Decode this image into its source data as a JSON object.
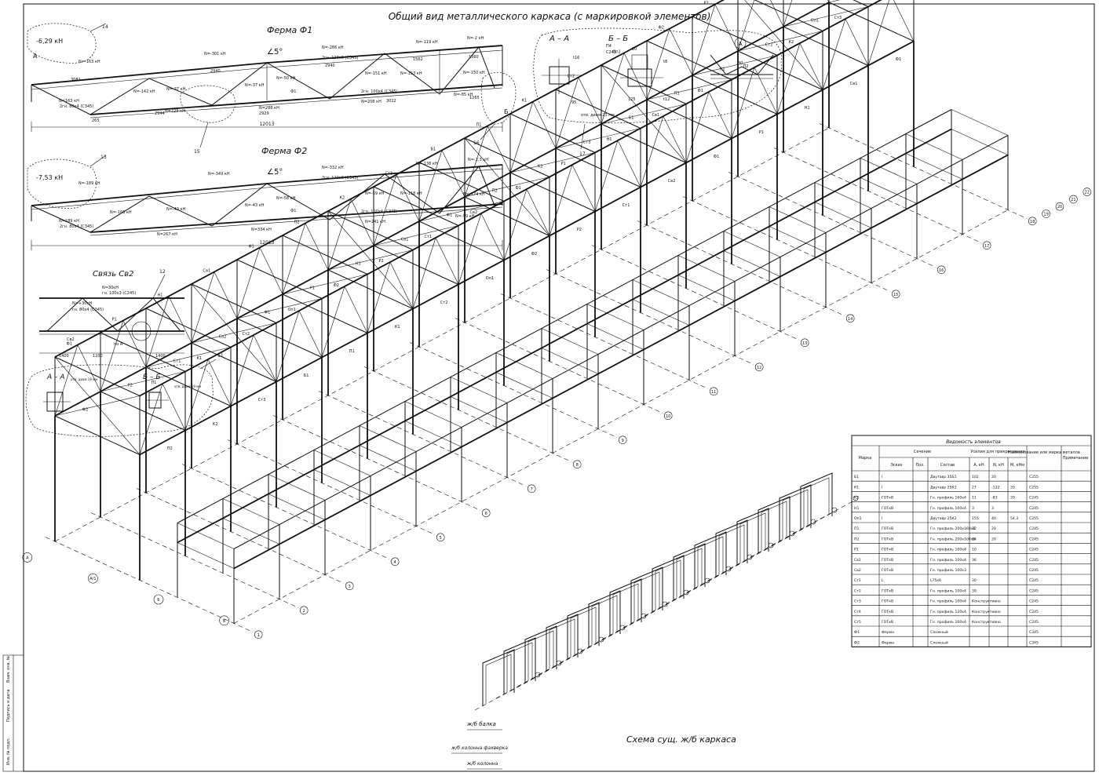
{
  "sheet": {
    "title": "Общий вид металлического каркаса (с маркировкой элементов)",
    "side_stamp": [
      "Инв. № подл.",
      "Подпись и дата",
      "Взам. инв. №"
    ]
  },
  "truss_f1": {
    "title": "Ферма Ф1",
    "angle": "∠5°",
    "reaction": "-6,29 кН",
    "span": "12013",
    "callouts": [
      "14",
      "15",
      "16"
    ],
    "section_marks": [
      "А",
      "Б"
    ],
    "labels": [
      "N=-163 кН",
      "N=-301 кН",
      "N=-286 кН",
      "N=-119 кН",
      "N=-2 кН",
      "N=163 кН",
      "N=-37 кН",
      "N=-37 кН",
      "N=-50 кН",
      "N=-151 кН",
      "N=-153 кН",
      "N=-150 кН",
      "N=-142 кН",
      "N=-61 кН",
      "N=288 кН",
      "N=208 кН",
      "N=-85 кН",
      "N=229 кН",
      "2гн. 120х6 (С345)",
      "2гн. 80х4 (С345)",
      "2гн. 100х4 (С345)",
      "3081",
      "2940",
      "2940",
      "1562",
      "1360",
      "2944",
      "2929",
      "3012",
      "1265",
      "265",
      "Ф1"
    ]
  },
  "truss_f2": {
    "title": "Ферма Ф2",
    "angle": "∠5°",
    "reaction": "-7,53 кН",
    "span": "12013",
    "callouts": [
      "13"
    ],
    "labels": [
      "N=-189 кН",
      "N=-349 кН",
      "N=-332 кН",
      "N=-138 кН",
      "N=-2.3 кН",
      "N=189 кН",
      "N=-165 кН",
      "N=-43 кН",
      "N=-43 кН",
      "N=-58 кН",
      "N=-59 кН",
      "N=-118 кН",
      "N=-186 кН",
      "N=-174 кН",
      "N=267 кН",
      "N=334 кН",
      "N=241 кН",
      "N=-99 кН",
      "2гн. 120х6 (С345)",
      "2гн. 80х4 (С345)",
      "2гн. 100х4 (С345)",
      "Ф1"
    ]
  },
  "sections_top": {
    "title_a": "А – А",
    "title_b": "Б – Б",
    "callout_a": "А",
    "callouts": [
      "17"
    ],
    "labels": [
      "П4",
      "С245",
      "t16",
      "t8",
      "20",
      "95",
      "125",
      "30",
      "отв. диам 23 мм",
      "t12"
    ]
  },
  "bracing_sv2": {
    "title": "Связь Св2",
    "callouts": [
      "12",
      "11"
    ],
    "labels": [
      "N=30кН",
      "гн. 100х3 (С245)",
      "N=+30кН",
      "гн. 80х4 (С345)",
      "1400",
      "1200",
      "1400",
      "Св2",
      "П4",
      "по А"
    ],
    "section_a": "А – А",
    "section_b": "Б – Б",
    "hole_note": "отв. диам 19 мм"
  },
  "iso_view": {
    "labels": [
      "Ф1",
      "Ф2",
      "П1",
      "П2",
      "Р1",
      "Р2",
      "К1",
      "К2",
      "Н1",
      "Ст1",
      "Ст2",
      "Ст3",
      "Св1",
      "Св2",
      "Оп1",
      "Б1",
      "Ф1"
    ],
    "axis_numbers": [
      "1",
      "2",
      "3",
      "4",
      "5",
      "6",
      "7",
      "8",
      "9",
      "10",
      "11",
      "12",
      "13",
      "14",
      "15",
      "16",
      "17",
      "18",
      "19",
      "20",
      "21",
      "22"
    ],
    "axis_letters": [
      "А",
      "А/1",
      "Б",
      "В"
    ]
  },
  "rc_scheme": {
    "title": "Схема сущ. ж/б каркаса",
    "legend": [
      "ж/б балка",
      "ж/б колонна фахверка",
      "ж/б колонна"
    ]
  },
  "schedule": {
    "title": "Ведомость элементов",
    "header_marka": "Марка",
    "header_section": "Сечение",
    "header_sketch": "Эскиз",
    "header_pos": "Поз.",
    "header_comp": "Состав",
    "header_forces": "Усилия для прикрепления",
    "header_a": "А, кН",
    "header_n": "N, кН",
    "header_m": "М, кНм",
    "header_name": "Наименование или марка металла",
    "header_note": "Примечание",
    "rows": [
      {
        "mark": "Б1",
        "sketch": "I",
        "comp": "Двутавр 35Б1",
        "a": "102",
        "n": "20",
        "m": "",
        "steel": "С255"
      },
      {
        "mark": "К1",
        "sketch": "I",
        "comp": "Двутавр 25К2",
        "a": "27",
        "n": "-122",
        "m": "20",
        "steel": "С255"
      },
      {
        "mark": "К2",
        "sketch": "ГОТкВ",
        "comp": "Гн. профиль 160х4",
        "a": "11",
        "n": "-83",
        "m": "20",
        "steel": "С245"
      },
      {
        "mark": "Н1",
        "sketch": "ГОТкВ",
        "comp": "Гн. профиль 100х4",
        "a": "3",
        "n": "3",
        "m": "",
        "steel": "С245"
      },
      {
        "mark": "Оп1",
        "sketch": "I",
        "comp": "Двутавр 25К2",
        "a": "155",
        "n": "40",
        "m": "54.3",
        "steel": "С255"
      },
      {
        "mark": "П1",
        "sketch": "ГОТкВ",
        "comp": "Гн. профиль 200х160х6",
        "a": "32",
        "n": "20",
        "m": "",
        "steel": "С245"
      },
      {
        "mark": "П2",
        "sketch": "ГОТкВ",
        "comp": "Гн. профиль 200х100х6",
        "a": "14",
        "n": "20",
        "m": "",
        "steel": "С245"
      },
      {
        "mark": "Р1",
        "sketch": "ГОТкВ",
        "comp": "Гн. профиль 100х4",
        "a": "10",
        "n": "",
        "m": "",
        "steel": "С245"
      },
      {
        "mark": "Св1",
        "sketch": "ГОТкВ",
        "comp": "Гн. профиль 100х4",
        "a": "36",
        "n": "",
        "m": "",
        "steel": "С245"
      },
      {
        "mark": "Св2",
        "sketch": "ГОТкВ",
        "comp": "Гн. профиль 100х3",
        "a": "",
        "n": "",
        "m": "",
        "steel": "С245"
      },
      {
        "mark": "Ст1",
        "sketch": "L",
        "comp": "L75х6",
        "a": "30",
        "n": "",
        "m": "",
        "steel": "С245"
      },
      {
        "mark": "Ст2",
        "sketch": "ГОТкВ",
        "comp": "Гн. профиль 100х4",
        "a": "39",
        "n": "",
        "m": "",
        "steel": "С245"
      },
      {
        "mark": "Ст3",
        "sketch": "ГОТкВ",
        "comp": "Гн. профиль 100х4",
        "a": "Конструктивно",
        "n": "",
        "m": "",
        "steel": "С245"
      },
      {
        "mark": "Ст4",
        "sketch": "ГОТкВ",
        "comp": "Гн. профиль 120х4",
        "a": "Конструктивно",
        "n": "",
        "m": "",
        "steel": "С245"
      },
      {
        "mark": "Ст5",
        "sketch": "ГОТкВ",
        "comp": "Гн. профиль 160х4",
        "a": "Конструктивно",
        "n": "",
        "m": "",
        "steel": "С245"
      },
      {
        "mark": "Ф1",
        "sketch": "Ферма",
        "comp": "Сложный",
        "a": "",
        "n": "",
        "m": "",
        "steel": "С345"
      },
      {
        "mark": "Ф2",
        "sketch": "Ферма",
        "comp": "Сложный",
        "a": "",
        "n": "",
        "m": "",
        "steel": "С345"
      }
    ]
  }
}
